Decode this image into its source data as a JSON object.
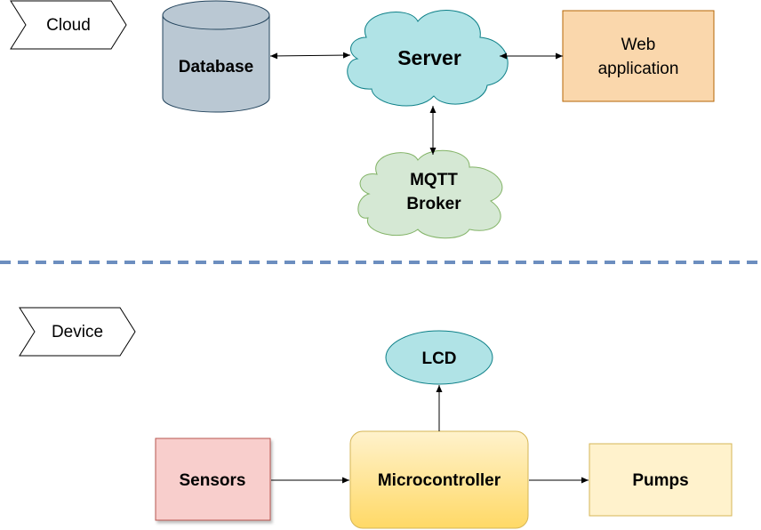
{
  "zones": {
    "cloud": "Cloud",
    "device": "Device"
  },
  "nodes": {
    "database": "Database",
    "server": "Server",
    "web_app_line1": "Web",
    "web_app_line2": "application",
    "mqtt_line1": "MQTT",
    "mqtt_line2": "Broker",
    "lcd": "LCD",
    "sensors": "Sensors",
    "microcontroller": "Microcontroller",
    "pumps": "Pumps"
  },
  "colors": {
    "database_fill": "#bac8d3",
    "server_fill": "#b0e3e6",
    "web_fill": "#fad7ac",
    "mqtt_fill": "#d5e8d4",
    "lcd_fill": "#b0e3e6",
    "sensors_fill": "#f8cecc",
    "micro_top": "#fff2cc",
    "micro_bottom": "#ffd966",
    "pumps_fill": "#fff2cc",
    "divider": "#6c8ebf"
  }
}
